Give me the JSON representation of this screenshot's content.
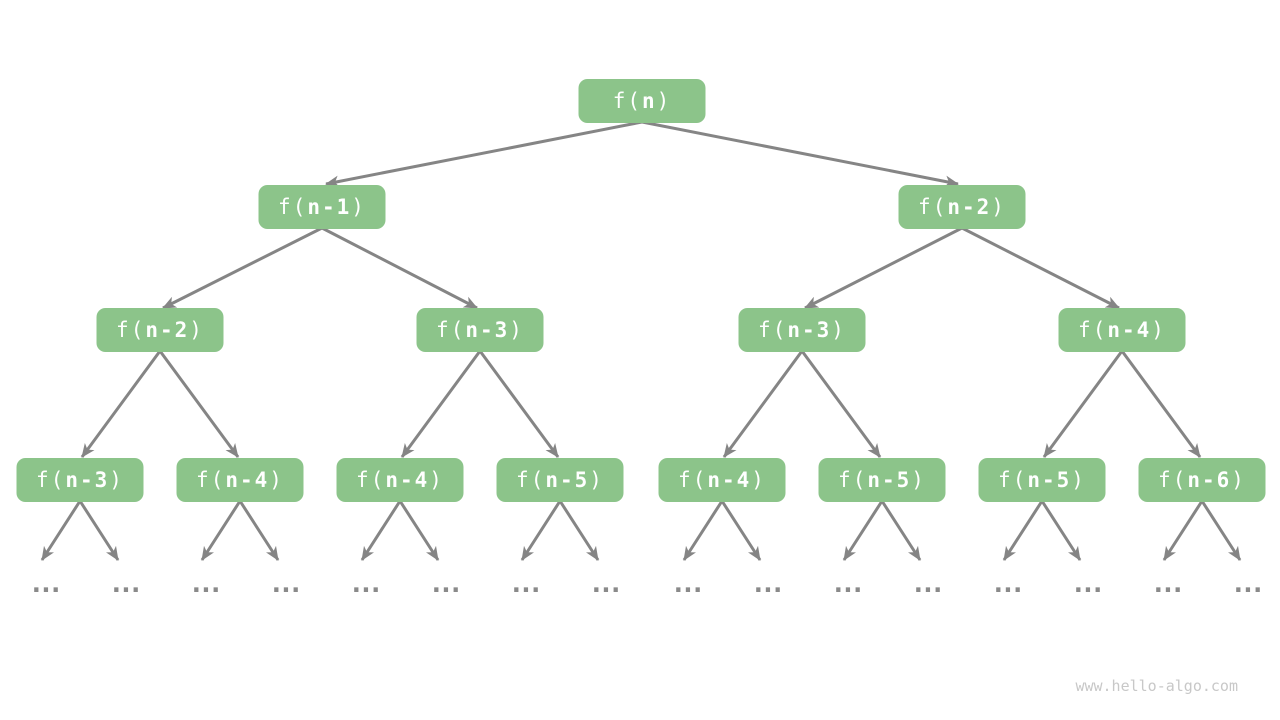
{
  "diagram_type": "recursion-tree",
  "node_text": {
    "pre": "f(",
    "post": ")"
  },
  "nodes": {
    "l0": [
      {
        "label": "f(n)",
        "arg": "n"
      }
    ],
    "l1": [
      {
        "label": "f(n-1)",
        "arg": "n-1"
      },
      {
        "label": "f(n-2)",
        "arg": "n-2"
      }
    ],
    "l2": [
      {
        "label": "f(n-2)",
        "arg": "n-2"
      },
      {
        "label": "f(n-3)",
        "arg": "n-3"
      },
      {
        "label": "f(n-3)",
        "arg": "n-3"
      },
      {
        "label": "f(n-4)",
        "arg": "n-4"
      }
    ],
    "l3": [
      {
        "label": "f(n-3)",
        "arg": "n-3"
      },
      {
        "label": "f(n-4)",
        "arg": "n-4"
      },
      {
        "label": "f(n-4)",
        "arg": "n-4"
      },
      {
        "label": "f(n-5)",
        "arg": "n-5"
      },
      {
        "label": "f(n-4)",
        "arg": "n-4"
      },
      {
        "label": "f(n-5)",
        "arg": "n-5"
      },
      {
        "label": "f(n-5)",
        "arg": "n-5"
      },
      {
        "label": "f(n-6)",
        "arg": "n-6"
      }
    ]
  },
  "leaf_ellipsis": "...",
  "watermark": "www.hello-algo.com",
  "colors": {
    "background": "#ffffff",
    "node_fill": "#8cc48a",
    "node_text": "#ffffff",
    "edge": "#858585",
    "leaf_dots": "#8a8a8a",
    "watermark": "#c8c8c8"
  }
}
